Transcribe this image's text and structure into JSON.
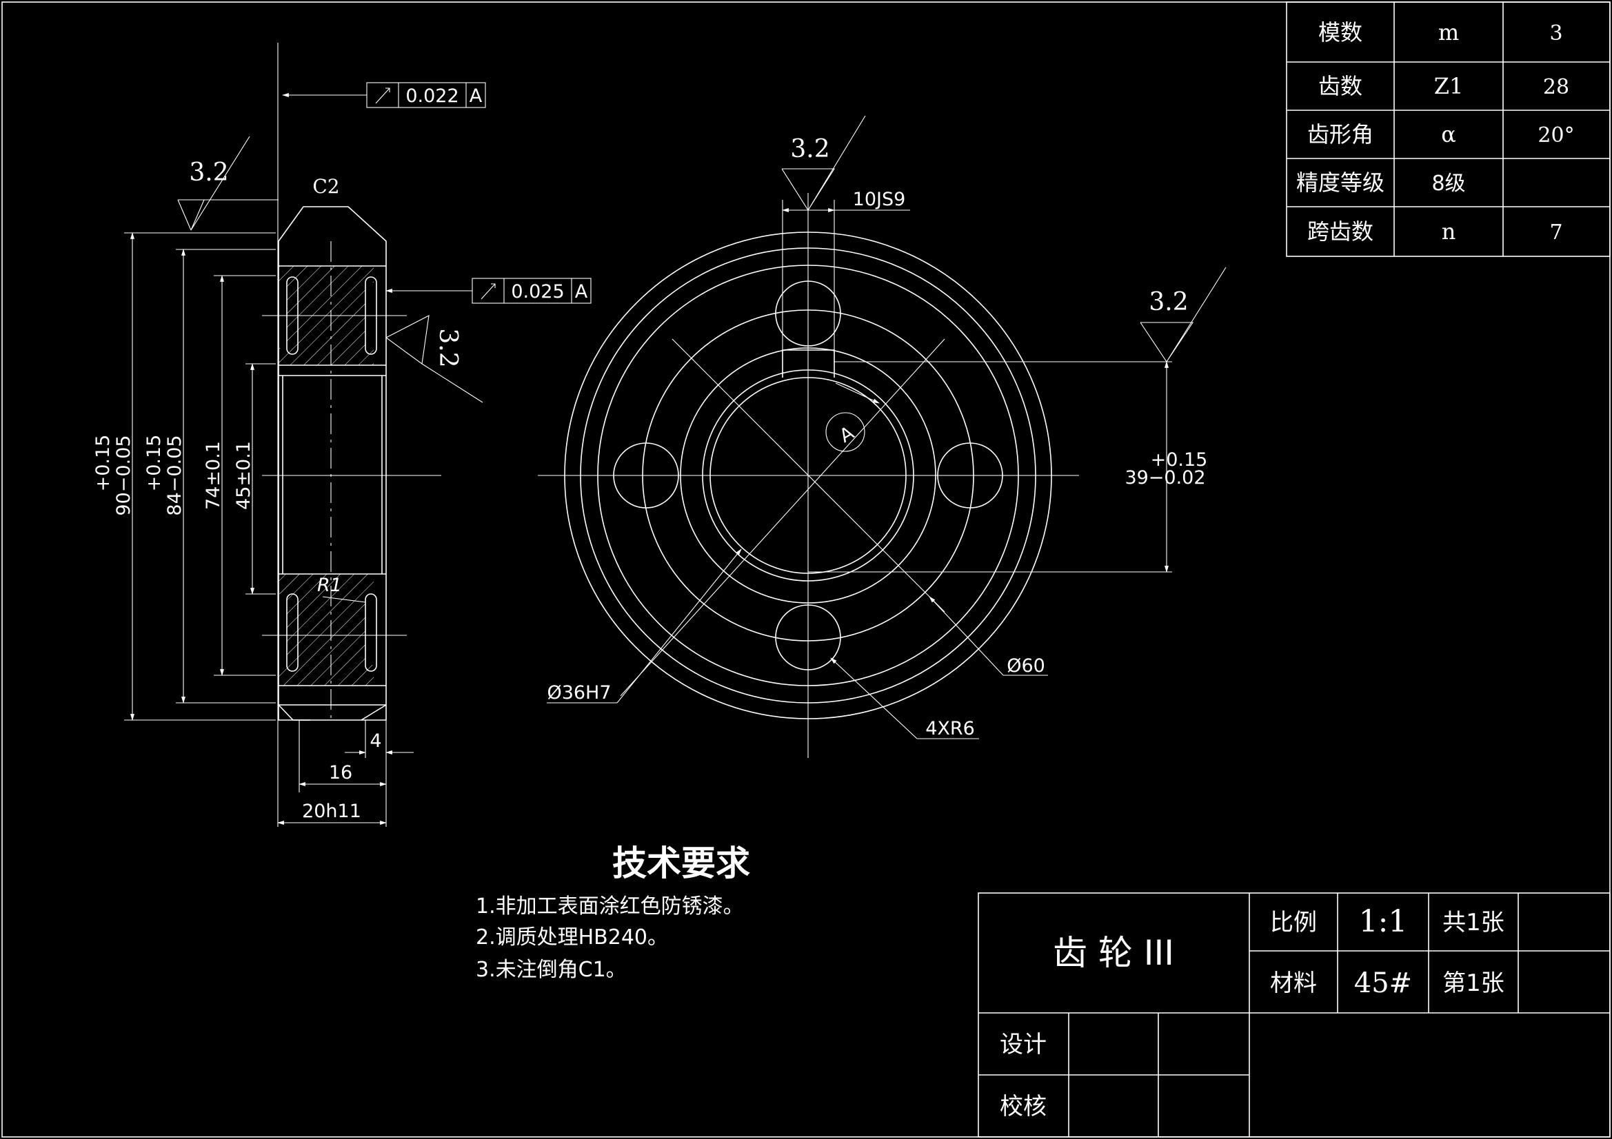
{
  "params": [
    {
      "name": "模数",
      "symbol": "m",
      "value": "3"
    },
    {
      "name": "齿数",
      "symbol": "Z1",
      "value": "28"
    },
    {
      "name": "齿形角",
      "symbol": "α",
      "value": "20°"
    },
    {
      "name": "精度等级",
      "symbol": "8级",
      "value": ""
    },
    {
      "name": "跨齿数",
      "symbol": "n",
      "value": "7"
    }
  ],
  "side_view": {
    "runout_top": "0.022",
    "runout_mid": "0.025",
    "datum": "A",
    "roughness": "3.2",
    "chamfer": "C2",
    "radius": "R1",
    "dim_90": "90−0.05",
    "dim_90_tol": "+0.15",
    "dim_84": "84−0.05",
    "dim_84_tol": "+0.15",
    "dim_74": "74±0.1",
    "dim_45": "45±0.1",
    "dim_4": "4",
    "dim_16": "16",
    "dim_20": "20h11"
  },
  "front_view": {
    "roughness": "3.2",
    "key_width": "10JS9",
    "dim_39": "39−0.02",
    "dim_39_tol": "+0.15",
    "bore": "Ø36H7",
    "dia_60": "Ø60",
    "holes": "4XR6",
    "view_label": "A"
  },
  "tech_req": {
    "title": "技术要求",
    "items": [
      "1.非加工表面涂红色防锈漆。",
      "2.调质处理HB240。",
      "3.未注倒角C1。"
    ]
  },
  "title_block": {
    "part_name": "齿 轮 III",
    "scale_label": "比例",
    "scale_value": "1:1",
    "sheets_total": "共1张",
    "material_label": "材料",
    "material_value": "45#",
    "sheet_no": "第1张",
    "designer_label": "设计",
    "checker_label": "校核"
  }
}
